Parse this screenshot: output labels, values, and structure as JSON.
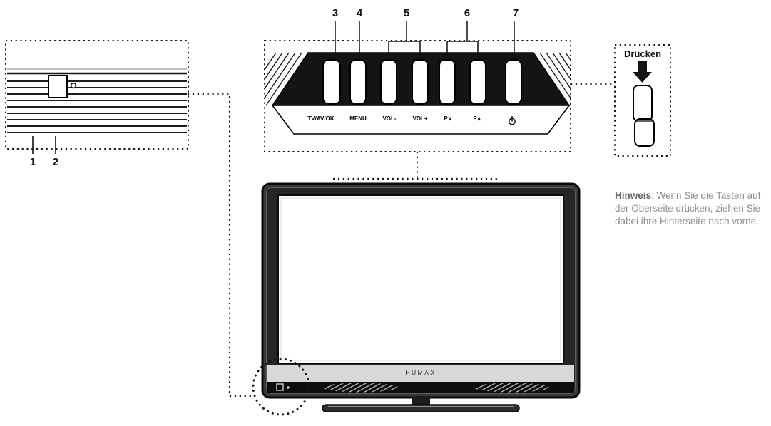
{
  "callouts": {
    "labels": [
      "1",
      "2",
      "3",
      "4",
      "5",
      "6",
      "7"
    ]
  },
  "front_detail": {
    "sensor_icon": "remote-sensor-window",
    "led_icon": "standby-led"
  },
  "top_panel": {
    "button_labels": [
      "TV/AV/OK",
      "MENU",
      "VOL-",
      "VOL+",
      "P∨",
      "P∧"
    ],
    "power_icon": "power-symbol"
  },
  "press_hint": {
    "label": "Drücken",
    "arrow_icon": "arrow-down"
  },
  "note": {
    "title": "Hinweis",
    "body": ": Wenn Sie die Tasten auf der Oberseite drücken, ziehen Sie dabei ihre Hinterseite nach vorne."
  },
  "tv": {
    "brand": "HUMAX"
  },
  "colors": {
    "ink": "#111111",
    "note_text": "#8f8f8f",
    "bezel": "#383838",
    "strip_light": "#d8d8d8",
    "strip_black": "#0c0c0c"
  }
}
